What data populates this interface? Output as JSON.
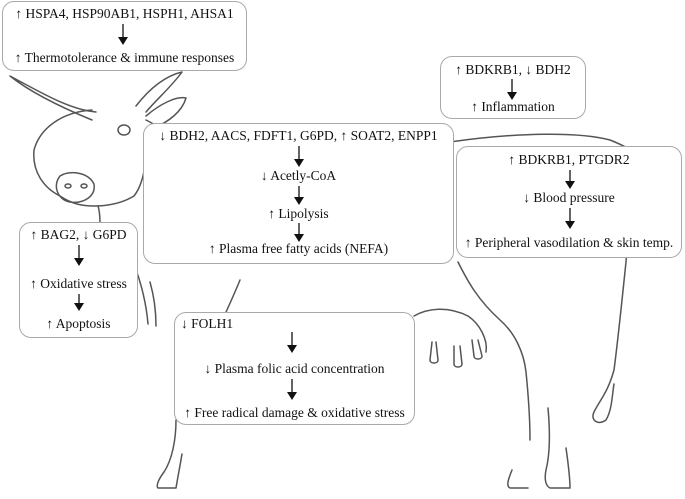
{
  "colors": {
    "box_border": "#a9a9a9",
    "outline": "#555555",
    "arrow": "#111111",
    "text": "#111111"
  },
  "boxes": {
    "heat_shock": {
      "genes": "↑ HSPA4, HSP90AB1, HSPH1, AHSA1",
      "effect": "↑ Thermotolerance & immune responses"
    },
    "inflammation": {
      "genes": "↑ BDKRB1, ↓ BDH2",
      "effect": "↑ Inflammation"
    },
    "lipid": {
      "genes": "↓ BDH2, AACS, FDFT1, G6PD, ↑ SOAT2, ENPP1",
      "step1": "↓ Acetly-CoA",
      "step2": "↑ Lipolysis",
      "effect": "↑ Plasma free fatty acids (NEFA)"
    },
    "blood_pressure": {
      "genes": "↑ BDKRB1, PTGDR2",
      "step1": "↓ Blood pressure",
      "effect": "↑ Peripheral vasodilation & skin temp."
    },
    "oxidative": {
      "genes": "↑ BAG2, ↓ G6PD",
      "step1": "↑ Oxidative stress",
      "effect": "↑ Apoptosis"
    },
    "folic": {
      "genes": "↓ FOLH1",
      "step1": "↓ Plasma folic acid concentration",
      "effect": "↑ Free radical damage & oxidative stress"
    }
  }
}
